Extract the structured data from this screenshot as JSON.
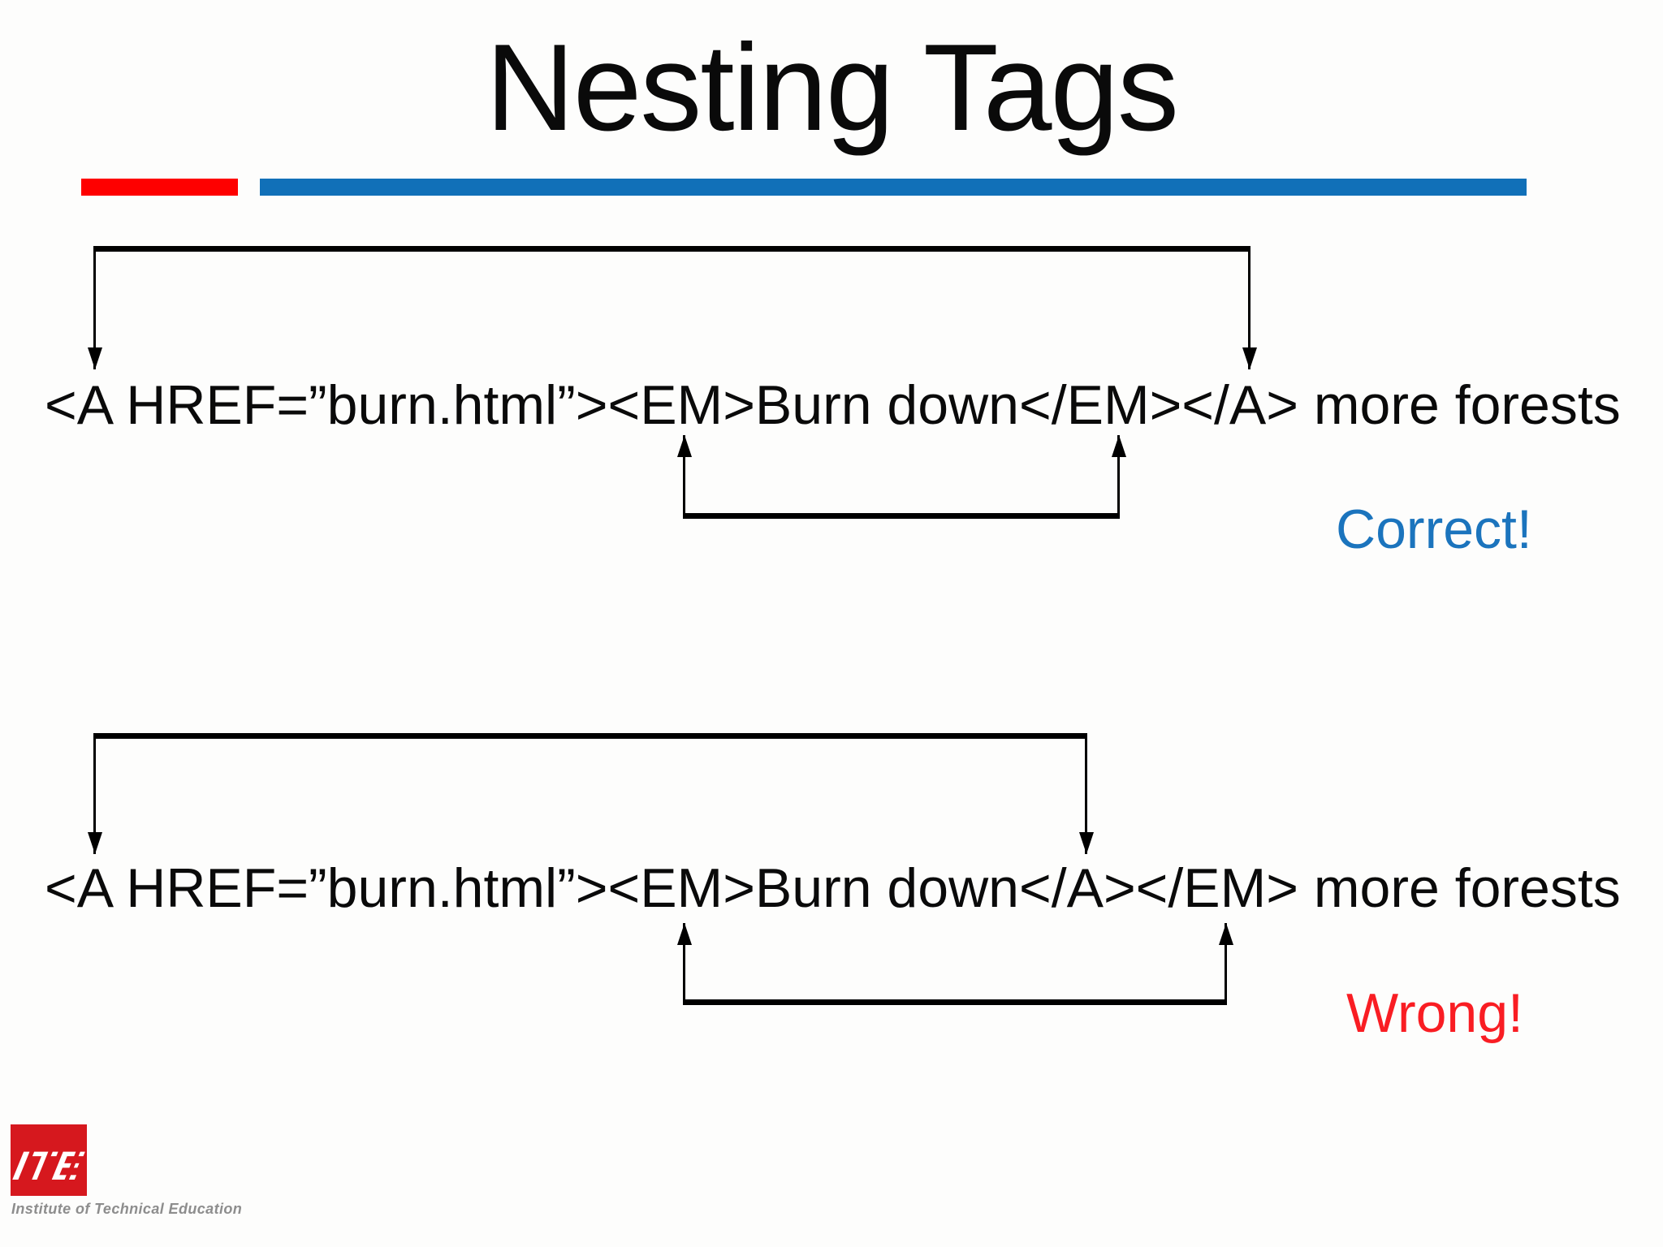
{
  "slide": {
    "title": "Nesting Tags",
    "accent_bars": {
      "red": "#FE0000",
      "blue": "#1170B8"
    },
    "examples": [
      {
        "id": "correct",
        "code": "<A HREF=”burn.html”><EM>Burn down</EM></A> more forests",
        "verdict": "Correct!",
        "verdict_color": "#1B74BD",
        "outer_arrow_pair": "A tag: <A ... </A>",
        "inner_arrow_pair": "EM tag: <EM ... </EM>"
      },
      {
        "id": "wrong",
        "code": "<A HREF=”burn.html”><EM>Burn down</A></EM> more forests",
        "verdict": "Wrong!",
        "verdict_color": "#F91D23",
        "outer_arrow_pair": "A tag: <A ... </A>",
        "inner_arrow_pair": "EM tag: <EM ... </EM>"
      }
    ],
    "logo": {
      "acronym": "ITE",
      "caption": "Institute of Technical Education",
      "square_color": "#D6181E"
    }
  }
}
